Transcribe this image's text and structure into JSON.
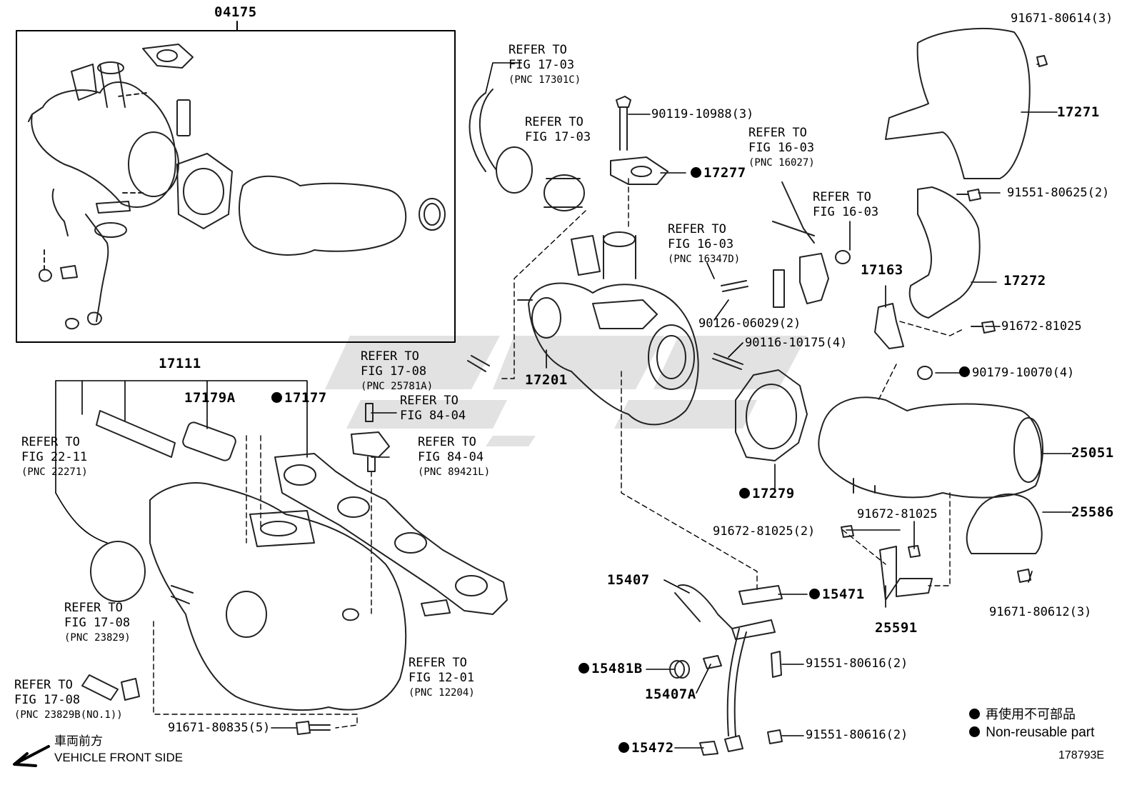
{
  "parts": {
    "p04175": "04175",
    "p17111": "17111",
    "p17179A": "17179A",
    "p17177": "17177",
    "p17201": "17201",
    "p17277": "17277",
    "p17271": "17271",
    "p17272": "17272",
    "p17163": "17163",
    "p17279": "17279",
    "p25051": "25051",
    "p25586": "25586",
    "p25591": "25591",
    "p15407": "15407",
    "p15407A": "15407A",
    "p15471": "15471",
    "p15481B": "15481B",
    "p15472": "15472"
  },
  "fasteners": {
    "f91671_80614": "91671-80614(3)",
    "f91551_80625": "91551-80625(2)",
    "f91672_81025_a": "91672-81025",
    "f90179_10070": "90179-10070(4)",
    "f90119_10988": "90119-10988(3)",
    "f90126_06029": "90126-06029(2)",
    "f90116_10175": "90116-10175(4)",
    "f91672_81025_b": "91672-81025",
    "f91672_81025_2": "91672-81025(2)",
    "f91671_80612": "91671-80612(3)",
    "f91551_80616_a": "91551-80616(2)",
    "f91551_80616_b": "91551-80616(2)",
    "f91671_80835": "91671-80835(5)"
  },
  "refs": {
    "r1": {
      "l1": "REFER TO",
      "l2": "FIG 17-03",
      "l3": "(PNC 17301C)"
    },
    "r2": {
      "l1": "REFER TO",
      "l2": "FIG 17-03"
    },
    "r3": {
      "l1": "REFER TO",
      "l2": "FIG 16-03",
      "l3": "(PNC 16027)"
    },
    "r4": {
      "l1": "REFER TO",
      "l2": "FIG 16-03"
    },
    "r5": {
      "l1": "REFER TO",
      "l2": "FIG 16-03",
      "l3": "(PNC 16347D)"
    },
    "r6": {
      "l1": "REFER TO",
      "l2": "FIG 17-08",
      "l3": "(PNC 25781A)"
    },
    "r7": {
      "l1": "REFER TO",
      "l2": "FIG 84-04"
    },
    "r8": {
      "l1": "REFER TO",
      "l2": "FIG 84-04",
      "l3": "(PNC 89421L)"
    },
    "r9": {
      "l1": "REFER TO",
      "l2": "FIG 22-11",
      "l3": "(PNC 22271)"
    },
    "r10": {
      "l1": "REFER TO",
      "l2": "FIG 17-08",
      "l3": "(PNC 23829)"
    },
    "r11": {
      "l1": "REFER TO",
      "l2": "FIG 17-08",
      "l3": "(PNC 23829B(NO.1))"
    },
    "r12": {
      "l1": "REFER TO",
      "l2": "FIG 12-01",
      "l3": "(PNC 12204)"
    }
  },
  "legend": {
    "jp": "再使用不可部品",
    "en": "Non-reusable part"
  },
  "front": {
    "jp": "車両前方",
    "en": "VEHICLE FRONT SIDE"
  },
  "figure_id": "178793E"
}
